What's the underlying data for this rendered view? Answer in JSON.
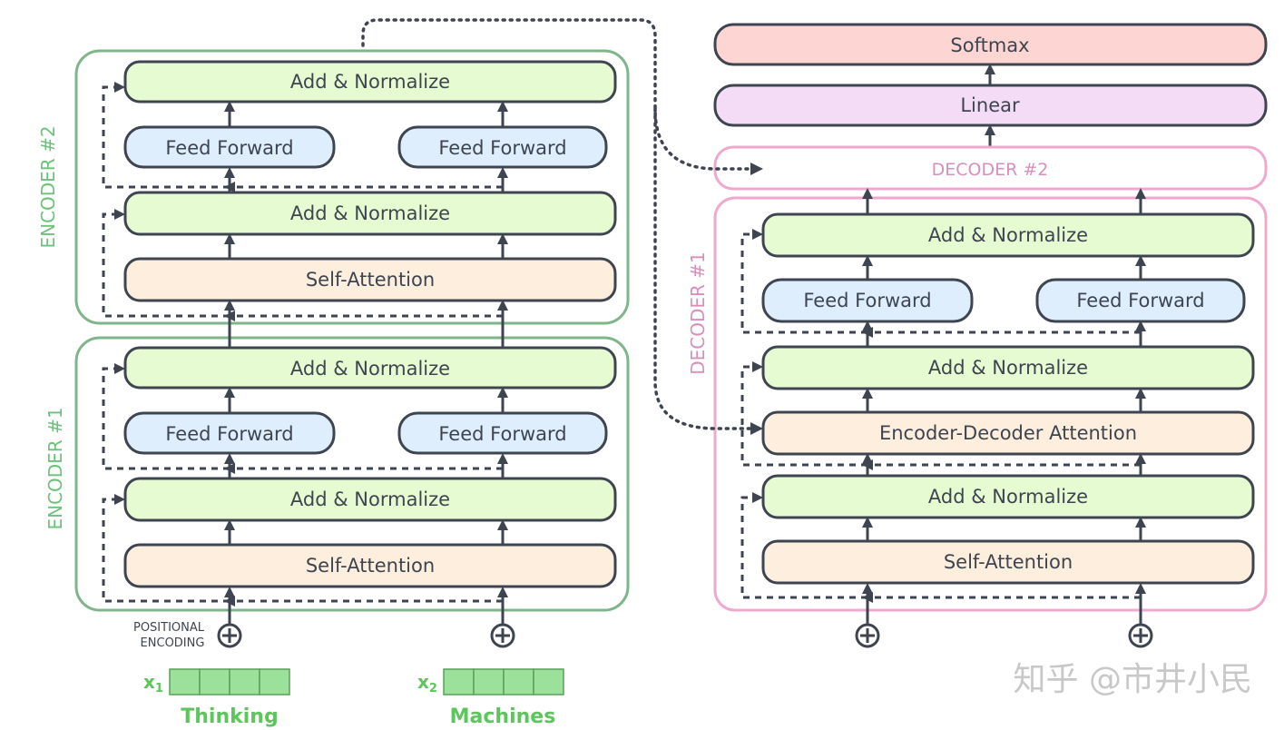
{
  "colors": {
    "encoder_border": "#7fb58a",
    "decoder_border": "#f0a8cf",
    "encoder_label": "#6cc27a",
    "decoder_label": "#d98fbb",
    "add_norm_fill": "#e6fbd2",
    "ff_fill": "#deeefc",
    "attn_fill": "#fdeedd",
    "linear_fill": "#f4dcf6",
    "softmax_fill": "#fdd5d2",
    "box_stroke": "#3e4550",
    "text": "#3e4550",
    "token_fill": "#9be19b",
    "token_label": "#5cc65c"
  },
  "encoder2": {
    "label": "ENCODER #2",
    "add_norm_top": "Add & Normalize",
    "ff_left": "Feed Forward",
    "ff_right": "Feed Forward",
    "add_norm_bottom": "Add & Normalize",
    "self_attention": "Self-Attention"
  },
  "encoder1": {
    "label": "ENCODER #1",
    "add_norm_top": "Add & Normalize",
    "ff_left": "Feed Forward",
    "ff_right": "Feed Forward",
    "add_norm_bottom": "Add & Normalize",
    "self_attention": "Self-Attention"
  },
  "decoder_stack": {
    "softmax": "Softmax",
    "linear": "Linear",
    "decoder2_label": "DECODER #2"
  },
  "decoder1": {
    "label": "DECODER #1",
    "add_norm_top": "Add & Normalize",
    "ff_left": "Feed Forward",
    "ff_right": "Feed Forward",
    "add_norm_mid": "Add & Normalize",
    "enc_dec_attention": "Encoder-Decoder Attention",
    "add_norm_bottom": "Add & Normalize",
    "self_attention": "Self-Attention"
  },
  "positional_encoding": {
    "line1": "POSITIONAL",
    "line2": "ENCODING",
    "symbol": "⊕"
  },
  "inputs": [
    {
      "var": "x",
      "sub": "1",
      "word": "Thinking"
    },
    {
      "var": "x",
      "sub": "2",
      "word": "Machines"
    }
  ],
  "watermark": "知乎 @市井小民"
}
